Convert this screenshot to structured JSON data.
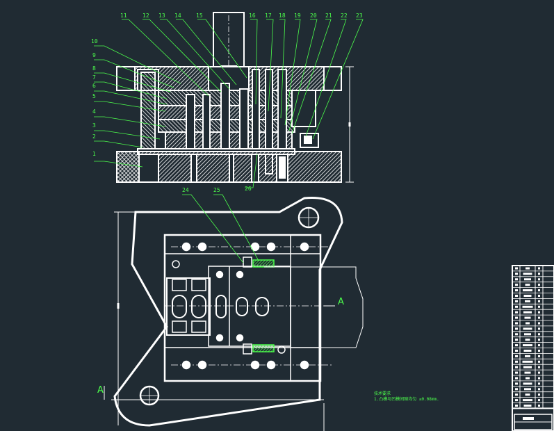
{
  "drawing": {
    "colors": {
      "background": "#202b33",
      "outline": "#ffffff",
      "leader": "#4cff4c",
      "hatch": "#ffffff"
    },
    "part_labels": [
      "1",
      "2",
      "3",
      "4",
      "5",
      "6",
      "7",
      "8",
      "9",
      "10",
      "11",
      "12",
      "13",
      "14",
      "15",
      "16",
      "17",
      "18",
      "19",
      "20",
      "21",
      "22",
      "23",
      "24",
      "25",
      "26"
    ],
    "section_label": "A",
    "notes": {
      "heading": "技术要求",
      "line1": "1.凸模与凹模间隙均匀 ≤0.08mm."
    }
  }
}
